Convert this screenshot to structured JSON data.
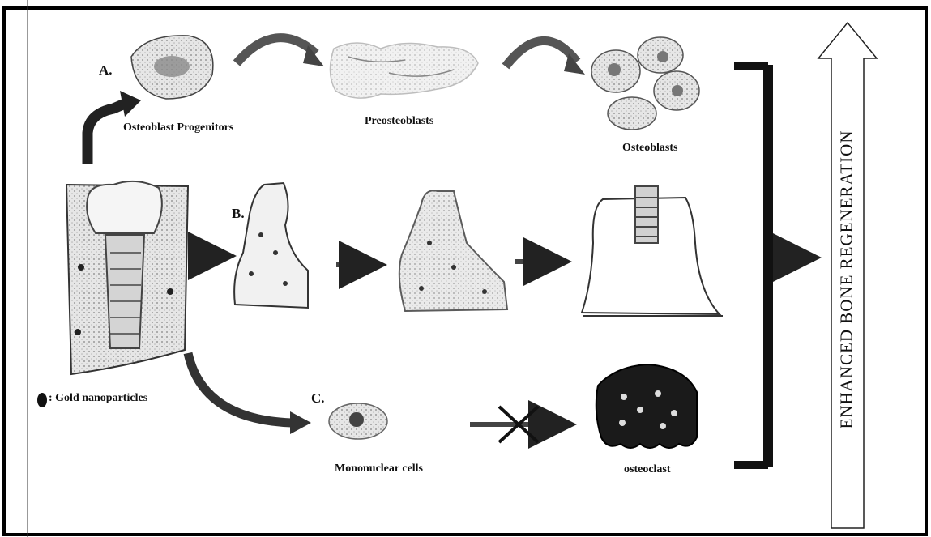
{
  "sections": [
    {
      "letter": "A.",
      "stages": [
        "Osteoblast Progenitors",
        "Preosteoblasts",
        "Osteoblasts"
      ]
    },
    {
      "letter": "B."
    },
    {
      "letter": "C.",
      "stages": [
        "Mononuclear cells",
        "osteoclast"
      ]
    }
  ],
  "legend": {
    "symbol": "●",
    "text": ": Gold nanoparticles"
  },
  "outcome": "ENHANCED BONE REGENERATION"
}
